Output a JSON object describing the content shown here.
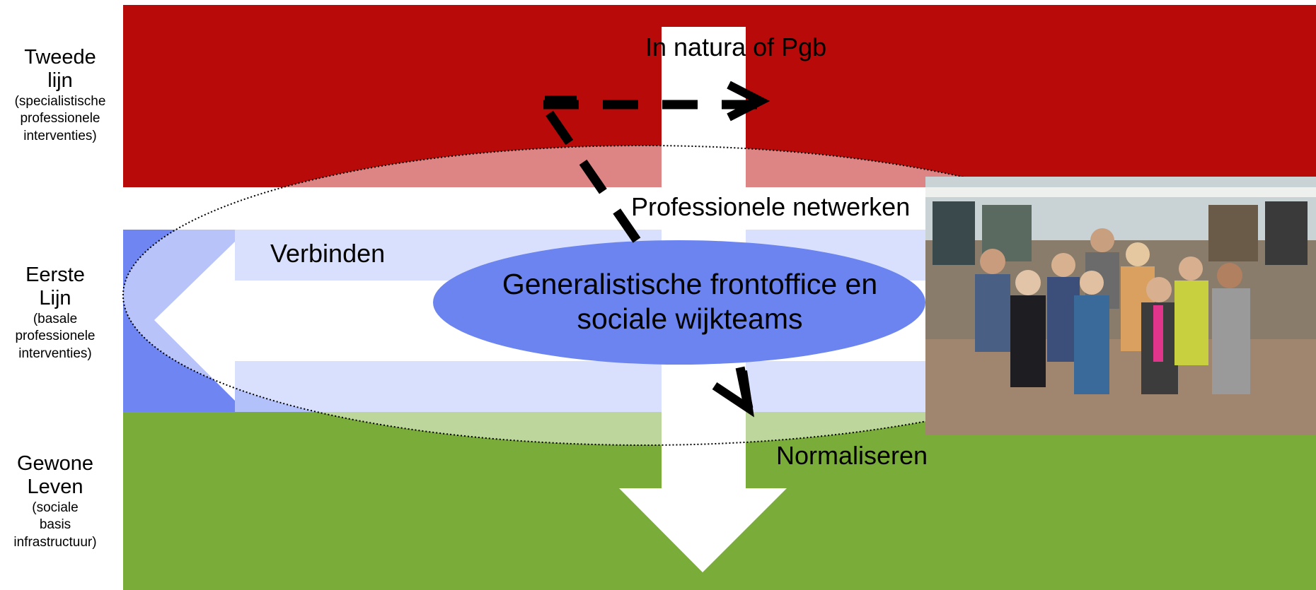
{
  "left_labels": {
    "tweede": {
      "title_line1": "Tweede",
      "title_line2": "lijn",
      "sub1": "(specialistische",
      "sub2": "professionele",
      "sub3": "interventies)"
    },
    "eerste": {
      "title_line1": "Eerste",
      "title_line2": "Lijn",
      "sub1": "(basale",
      "sub2": "professionele",
      "sub3": "interventies)"
    },
    "gewone": {
      "title_line1": "Gewone",
      "title_line2": "Leven",
      "sub1": "(sociale",
      "sub2": "basis",
      "sub3": "infrastructuur)"
    }
  },
  "labels": {
    "in_natura": "In natura of Pgb",
    "professionele_netwerken": "Professionele netwerken",
    "verbinden": "Verbinden",
    "center_line1": "Generalistische frontoffice en",
    "center_line2": "sociale wijkteams",
    "normaliseren": "Normaliseren"
  },
  "colors": {
    "red_band": "#b80b09",
    "blue_band": "#6f86f2",
    "light_blue": "#b3c1fa",
    "green_band": "#79ac38",
    "ellipse_fill": "#6b84f0"
  },
  "photo": {
    "icon": "group-photo"
  }
}
